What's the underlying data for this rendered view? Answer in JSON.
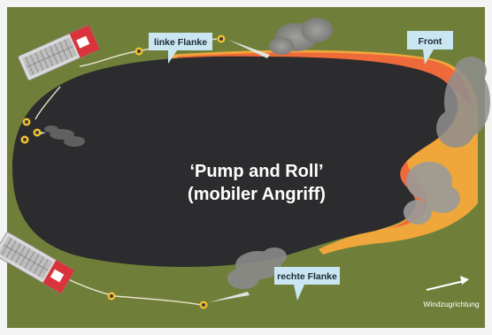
{
  "diagram": {
    "title_line1": "‘Pump and Roll’",
    "title_line2": "(mobiler Angriff)",
    "labels": {
      "left_flank": "linke Flanke",
      "front": "Front",
      "right_flank": "rechte Flanke",
      "wind": "Windzugrichtung"
    },
    "colors": {
      "ground": "#6f7f3a",
      "burned_area": "#2c2c2e",
      "fire_front": "#f07a3a",
      "fire_glow": "#f6a93a",
      "callout_bg": "#c9e6f2",
      "smoke": "#8e8e8e",
      "truck_body": "#d9d9d9",
      "truck_red": "#d9343b"
    }
  }
}
